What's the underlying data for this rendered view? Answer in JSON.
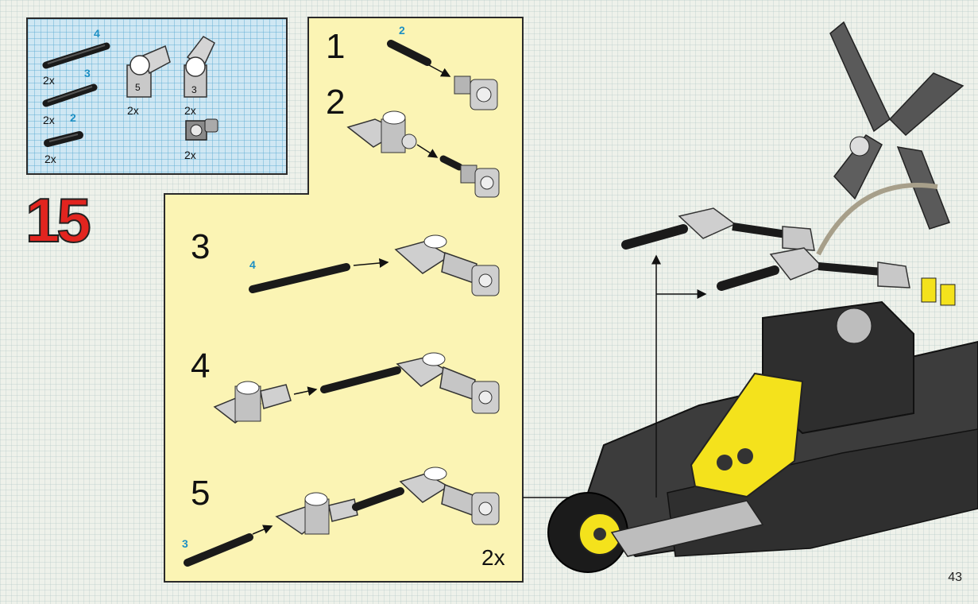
{
  "step": {
    "number": "15"
  },
  "parts_list": [
    {
      "length": "4",
      "qty": "2x"
    },
    {
      "length": "3",
      "qty": "2x"
    },
    {
      "length": "2",
      "qty": "2x"
    },
    {
      "angle_number": "5",
      "qty": "2x"
    },
    {
      "angle_number": "3",
      "qty": "2x"
    },
    {
      "connector_qty": "2x"
    }
  ],
  "substeps": [
    {
      "number": "1",
      "axle_length": "2"
    },
    {
      "number": "2",
      "axle_length": ""
    },
    {
      "number": "3",
      "axle_length": "4"
    },
    {
      "number": "4",
      "axle_length": ""
    },
    {
      "number": "5",
      "axle_length": "3"
    }
  ],
  "assembly_qty": "2x",
  "page_number": "43",
  "colors": {
    "step_red": "#e2241f",
    "callout_blue": "#1c8fc4",
    "panel_yellow": "#fbf4b4",
    "parts_blue": "#cfe7f3"
  }
}
